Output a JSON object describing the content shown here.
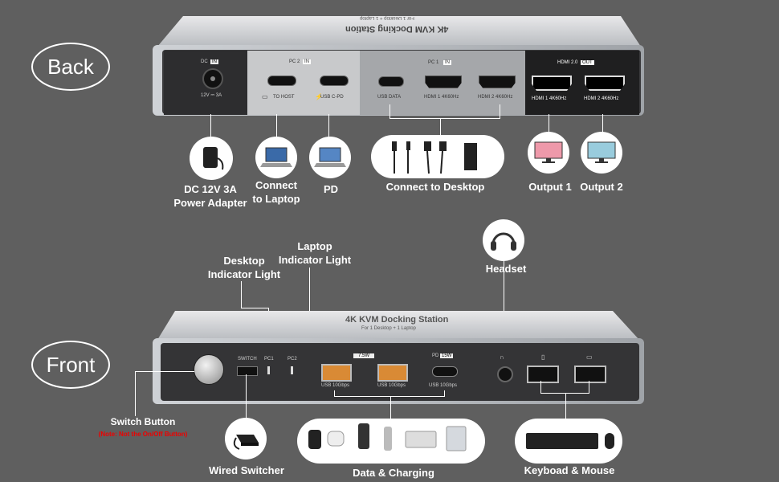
{
  "sections": {
    "back": "Back",
    "front": "Front"
  },
  "device": {
    "top_text": "4K KVM Docking Station",
    "top_subtext": "For 1 Desktop + 1 Laptop"
  },
  "back_panel": {
    "dc": {
      "label": "DC",
      "badge": "IN",
      "rating": "12V ⎓ 3A"
    },
    "pc2": {
      "label": "PC 2",
      "badge": "IN",
      "port1": "TO HOST",
      "port2": "USB C-PD"
    },
    "pc1": {
      "label": "PC 1",
      "badge": "IN",
      "port1": "USB DATA",
      "port2": "HDMI 1 4K60Hz",
      "port3": "HDMI 2 4K60Hz"
    },
    "hdmi_out": {
      "label": "HDMI 2.0",
      "badge": "OUT",
      "port1": "HDMI 1 4K60Hz",
      "port2": "HDMI 2 4K60Hz"
    }
  },
  "back_labels": {
    "power": "DC 12V 3A\nPower Adapter",
    "laptop": "Connect\nto Laptop",
    "pd": "PD",
    "desktop": "Connect to Desktop",
    "out1": "Output 1",
    "out2": "Output 2"
  },
  "front_panel": {
    "switch": "SWITCH",
    "pc1": "PC1",
    "pc2": "PC2",
    "usb_power": "7.5W",
    "pd_label": "PD",
    "pd_power": "15W",
    "usb1": "USB 10Gbps",
    "usb2": "USB 10Gbps",
    "usbc": "USB 10Gbps"
  },
  "front_labels": {
    "desktop_light": "Desktop\nIndicator Light",
    "laptop_light": "Laptop\nIndicator Light",
    "headset": "Headset",
    "switch_button": "Switch Button",
    "switch_note": "(Note: Not the On/Off Button)",
    "wired_switcher": "Wired Switcher",
    "data_charging": "Data & Charging",
    "kb_mouse": "Keyboad & Mouse"
  }
}
